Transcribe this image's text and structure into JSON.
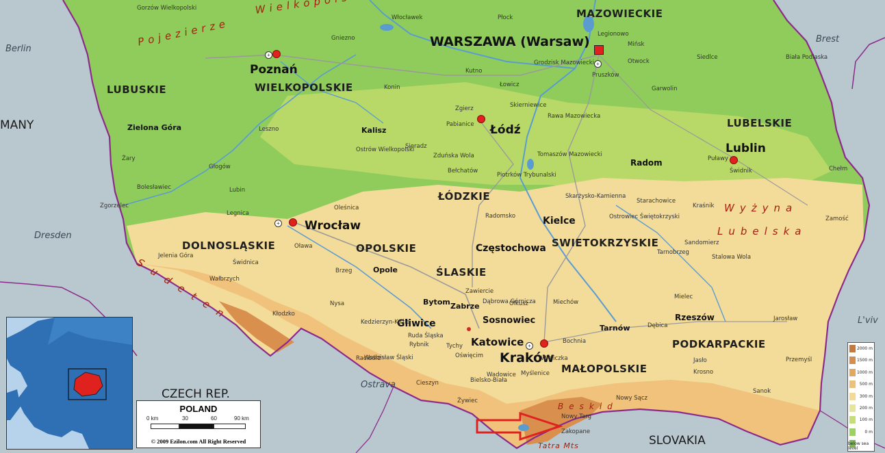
{
  "colors": {
    "lowland": "#8fcc5b",
    "plain": "#b8d968",
    "upland": "#f3dc9a",
    "hills": "#f0c27b",
    "mountain": "#d9904f",
    "outside": "#b9c7cf",
    "border": "#8b2a8a",
    "capital": "#e0221f",
    "arrow": "#e0221f"
  },
  "capital": {
    "name": "WARSZAWA (Warsaw)"
  },
  "regions": {
    "mazowieckie": "MAZOWIECKIE",
    "lubuskie": "LUBUSKIE",
    "wielkopolskie": "WIELKOPOLSKIE",
    "lodzkie": "ŁÓDZKIE",
    "lubelskie": "LUBELSKIE",
    "dolnoslaskie": "DOLNOSLĄSKIE",
    "opolskie": "OPOLSKIE",
    "slaskie": "ŚLASKIE",
    "swietokrzyskie": "SWIETOKRZYSKIE",
    "malopolskie": "MAŁOPOLSKIE",
    "podkarpackie": "PODKARPACKIE"
  },
  "major_cities": {
    "poznan": "Poznań",
    "lodz": "Łódź",
    "wroclaw": "Wrocław",
    "lublin": "Lublin",
    "krakow": "Kraków",
    "katowice": "Katowice",
    "kielce": "Kielce",
    "czestochowa": "Częstochowa",
    "sosnowiec": "Sosnowiec",
    "gliwice": "Gliwice",
    "zabrze": "Zabrze",
    "bytom": "Bytom",
    "rzeszow": "Rzeszów",
    "radom": "Radom",
    "opole": "Opole",
    "tarnow": "Tarnów",
    "kalisz": "Kalisz",
    "zielona_gora": "Zielona Góra"
  },
  "towns": {
    "wloclawek": "Włocławek",
    "plock": "Płock",
    "gorzow": "Gorzów Wielkopolski",
    "gniezno": "Gniezno",
    "konin": "Konin",
    "kutno": "Kutno",
    "legionowo": "Legionowo",
    "minsk": "Mińsk",
    "siedlce": "Siedlce",
    "biala_podlaska": "Biała Podlaska",
    "grodzisk": "Grodzisk Mazowiecki",
    "pruszkow": "Pruszków",
    "otwock": "Otwock",
    "zgierz": "Zgierz",
    "pabianice": "Pabianice",
    "skierniewice": "Skierniewice",
    "garwolin": "Garwolin",
    "leszno": "Leszno",
    "glogow": "Głogów",
    "legnica": "Legnica",
    "lubin": "Lubin",
    "zgorzelec": "Zgorzelec",
    "boleslawiec": "Bolesławiec",
    "zary": "Żary",
    "ostrow": "Ostrów Wielkopolski",
    "sieradz": "Sieradz",
    "zdunska": "Zduńska Wola",
    "belchatow": "Bełchatów",
    "piotrkow": "Piotrków Trybunalski",
    "tomaszow": "Tomaszów Mazowiecki",
    "radomsko": "Radomsko",
    "pulawy": "Puławy",
    "swidnik": "Świdnik",
    "chelm": "Chełm",
    "zamosc": "Zamość",
    "krasnik": "Kraśnik",
    "skarzysko": "Skarżysko-Kamienna",
    "ostrowiec": "Ostrowiec Świętokrzyski",
    "starachowice": "Starachowice",
    "tarnobrzeg": "Tarnobrzeg",
    "sandomierz": "Sandomierz",
    "stalowa_wola": "Stalowa Wola",
    "mielec": "Mielec",
    "debica": "Dębica",
    "jaroslaw": "Jarosław",
    "przemysl": "Przemyśl",
    "krosno": "Krosno",
    "sanok": "Sanok",
    "jaslo": "Jasło",
    "nowy_sacz": "Nowy Sącz",
    "nowy_targ": "Nowy Targ",
    "zakopane": "Zakopane",
    "bielsko": "Bielsko-Biała",
    "tychy": "Tychy",
    "rybnik": "Rybnik",
    "ruda": "Ruda Śląska",
    "dabrowa": "Dąbrowa Górnicza",
    "zawiercie": "Zawiercie",
    "olkusz": "Olkusz",
    "oswiecim": "Oświęcim",
    "wadowice": "Wadowice",
    "walbrzych": "Wałbrzych",
    "swidnica": "Świdnica",
    "jelenia": "Jelenia Góra",
    "klodzko": "Kłodzko",
    "nysa": "Nysa",
    "brzeg": "Brzeg",
    "olawa": "Oława",
    "olesnica": "Oleśnica",
    "kedzierzyn": "Kedzierzyn-Koźle",
    "raciborz": "Racibórz",
    "wodzislaw": "Wodzisław Śląski",
    "cieszyn": "Cieszyn",
    "zywiec": "Żywiec",
    "bochnia": "Bochnia",
    "wieliczka": "Wieliczka",
    "myslenice": "Myślenice",
    "miechow": "Miechów",
    "kutno2": "Łowicz",
    "rawa": "Rawa Mazowiecka"
  },
  "countries": {
    "czech": "CZECH REP.",
    "slovakia": "SLOVAKIA",
    "germany": "MANY"
  },
  "foreign_cities": {
    "berlin": "Berlin",
    "dresden": "Dresden",
    "ostrava": "Ostrava",
    "brest": "Brest",
    "lviv": "L'viv"
  },
  "relief": {
    "pojezierze": "Pojezierze",
    "wielkopolskie": "Wielkopolskie",
    "sudeten": "Sudeten",
    "wyzyna": "Wyżyna",
    "lubelska": "Lubelska",
    "beskid": "Beskid",
    "tatra": "Tatra Mts"
  },
  "scale": {
    "title": "POLAND",
    "ticks": [
      "0 km",
      "30",
      "60",
      "90 km"
    ],
    "copyright": "© 2009 Ezilon.com All Right Reserved"
  },
  "legend": {
    "levels": [
      "2000 m",
      "1500 m",
      "1000 m",
      "500 m",
      "300 m",
      "200 m",
      "100 m",
      "0 m",
      "below sea level"
    ],
    "colors": [
      "#c47a3f",
      "#d38e4d",
      "#e2a860",
      "#ecc27b",
      "#f3db96",
      "#e6e59a",
      "#c6de7a",
      "#9cd163",
      "#7fb65a"
    ]
  }
}
